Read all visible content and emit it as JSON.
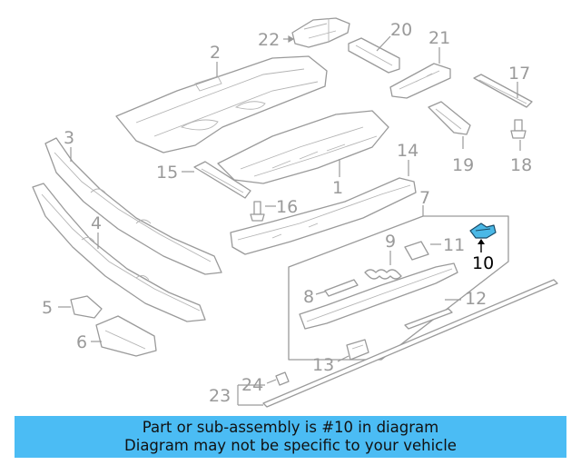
{
  "callouts": {
    "c1": "1",
    "c2": "2",
    "c3": "3",
    "c4": "4",
    "c5": "5",
    "c6": "6",
    "c7": "7",
    "c8": "8",
    "c9": "9",
    "c10": "10",
    "c11": "11",
    "c12": "12",
    "c13": "13",
    "c14": "14",
    "c15": "15",
    "c16": "16",
    "c17": "17",
    "c18": "18",
    "c19": "19",
    "c20": "20",
    "c21": "21",
    "c22": "22",
    "c23": "23",
    "c24": "24"
  },
  "highlighted_part": "10",
  "colors": {
    "highlight": "#4ab8e6",
    "banner": "#4bbcf4",
    "line": "#9a9a9a"
  },
  "banner": {
    "line1": "Part or sub-assembly is #10 in diagram",
    "line2": "Diagram may not be specific to your vehicle"
  }
}
